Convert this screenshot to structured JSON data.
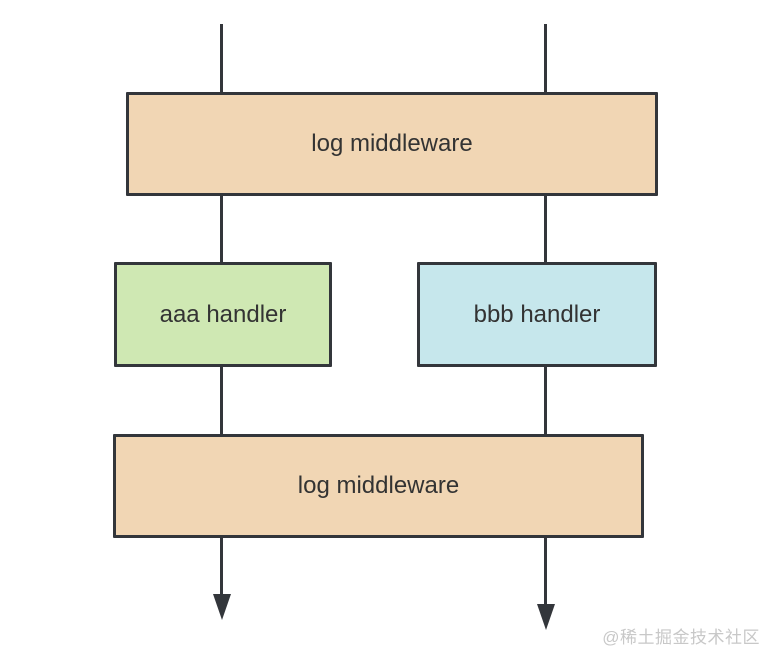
{
  "colors": {
    "stroke": "#33363b",
    "text": "#333333",
    "middleware_fill": "#f1d6b4",
    "handler_aaa_fill": "#cfe8b3",
    "handler_bbb_fill": "#c6e7ec",
    "watermark": "#c8c8c8",
    "background": "#ffffff"
  },
  "diagram": {
    "type": "flow",
    "nodes": [
      {
        "id": "middleware-top",
        "label": "log middleware",
        "fill": "#f1d6b4"
      },
      {
        "id": "handler-aaa",
        "label": "aaa handler",
        "fill": "#cfe8b3"
      },
      {
        "id": "handler-bbb",
        "label": "bbb handler",
        "fill": "#c6e7ec"
      },
      {
        "id": "middleware-bottom",
        "label": "log middleware",
        "fill": "#f1d6b4"
      }
    ],
    "edges": [
      {
        "from": "top-left",
        "to": "middleware-top",
        "arrow": false
      },
      {
        "from": "top-right",
        "to": "middleware-top",
        "arrow": false
      },
      {
        "from": "middleware-top",
        "to": "handler-aaa",
        "arrow": false
      },
      {
        "from": "middleware-top",
        "to": "handler-bbb",
        "arrow": false
      },
      {
        "from": "handler-aaa",
        "to": "middleware-bottom",
        "arrow": false
      },
      {
        "from": "handler-bbb",
        "to": "middleware-bottom",
        "arrow": false
      },
      {
        "from": "middleware-bottom",
        "to": "bottom-left",
        "arrow": true
      },
      {
        "from": "middleware-bottom",
        "to": "bottom-right",
        "arrow": true
      }
    ]
  },
  "watermark": {
    "text": "@稀土掘金技术社区"
  }
}
